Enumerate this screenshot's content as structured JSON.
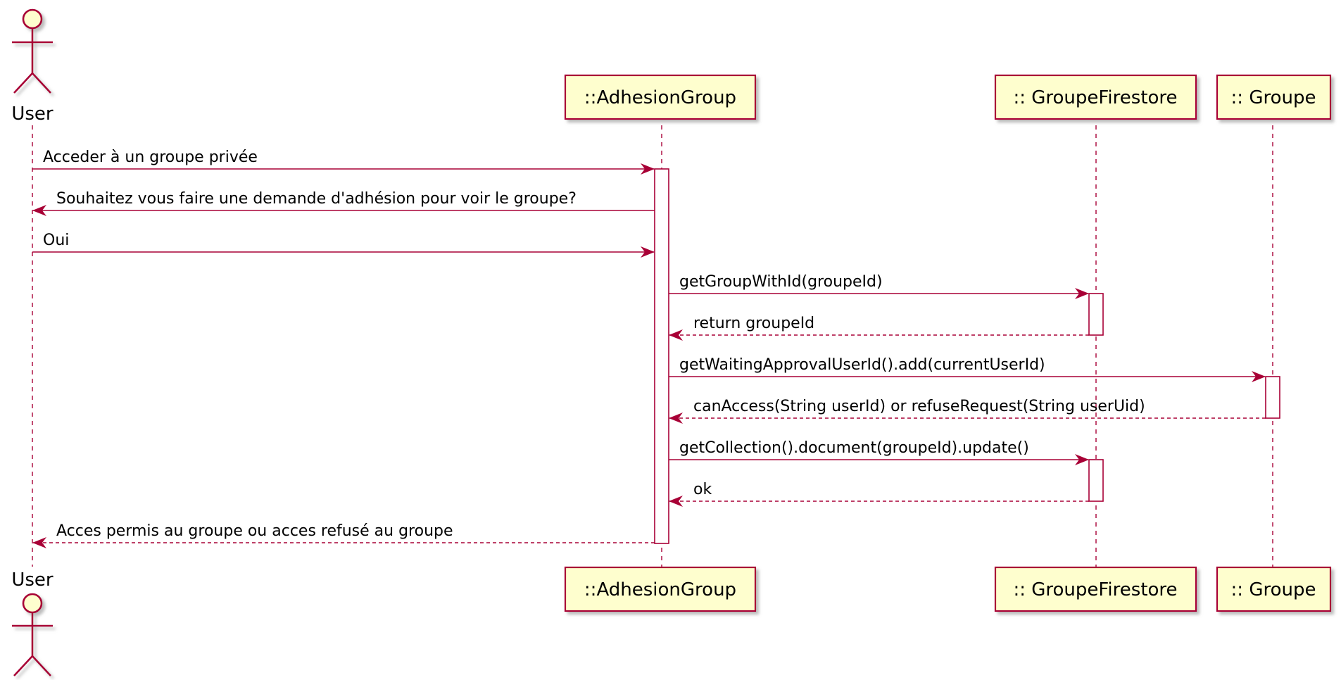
{
  "actor": {
    "name": "User"
  },
  "participants": [
    {
      "id": "adhesion",
      "name": "::AdhesionGroup"
    },
    {
      "id": "firestore",
      "name": ":: GroupeFirestore"
    },
    {
      "id": "groupe",
      "name": ":: Groupe"
    }
  ],
  "messages": [
    {
      "from": "user",
      "to": "adhesion",
      "text": "Acceder à un groupe privée",
      "kind": "sync"
    },
    {
      "from": "adhesion",
      "to": "user",
      "text": "Souhaitez vous faire une demande d'adhésion pour voir le groupe?",
      "kind": "sync"
    },
    {
      "from": "user",
      "to": "adhesion",
      "text": "Oui",
      "kind": "sync"
    },
    {
      "from": "adhesion",
      "to": "firestore",
      "text": "getGroupWithId(groupeId)",
      "kind": "sync"
    },
    {
      "from": "firestore",
      "to": "adhesion",
      "text": "return groupeId",
      "kind": "return"
    },
    {
      "from": "adhesion",
      "to": "groupe",
      "text": "getWaitingApprovalUserId().add(currentUserId)",
      "kind": "sync"
    },
    {
      "from": "groupe",
      "to": "adhesion",
      "text": "canAccess(String userId) or refuseRequest(String userUid)",
      "kind": "return"
    },
    {
      "from": "adhesion",
      "to": "firestore",
      "text": "getCollection().document(groupeId).update()",
      "kind": "sync"
    },
    {
      "from": "firestore",
      "to": "adhesion",
      "text": "ok",
      "kind": "return"
    },
    {
      "from": "adhesion",
      "to": "user",
      "text": "Acces permis au groupe ou acces refusé au groupe",
      "kind": "return"
    }
  ],
  "colors": {
    "line": "#a80036",
    "box_fill": "#fefece",
    "shadow": "#c8c8c8"
  }
}
